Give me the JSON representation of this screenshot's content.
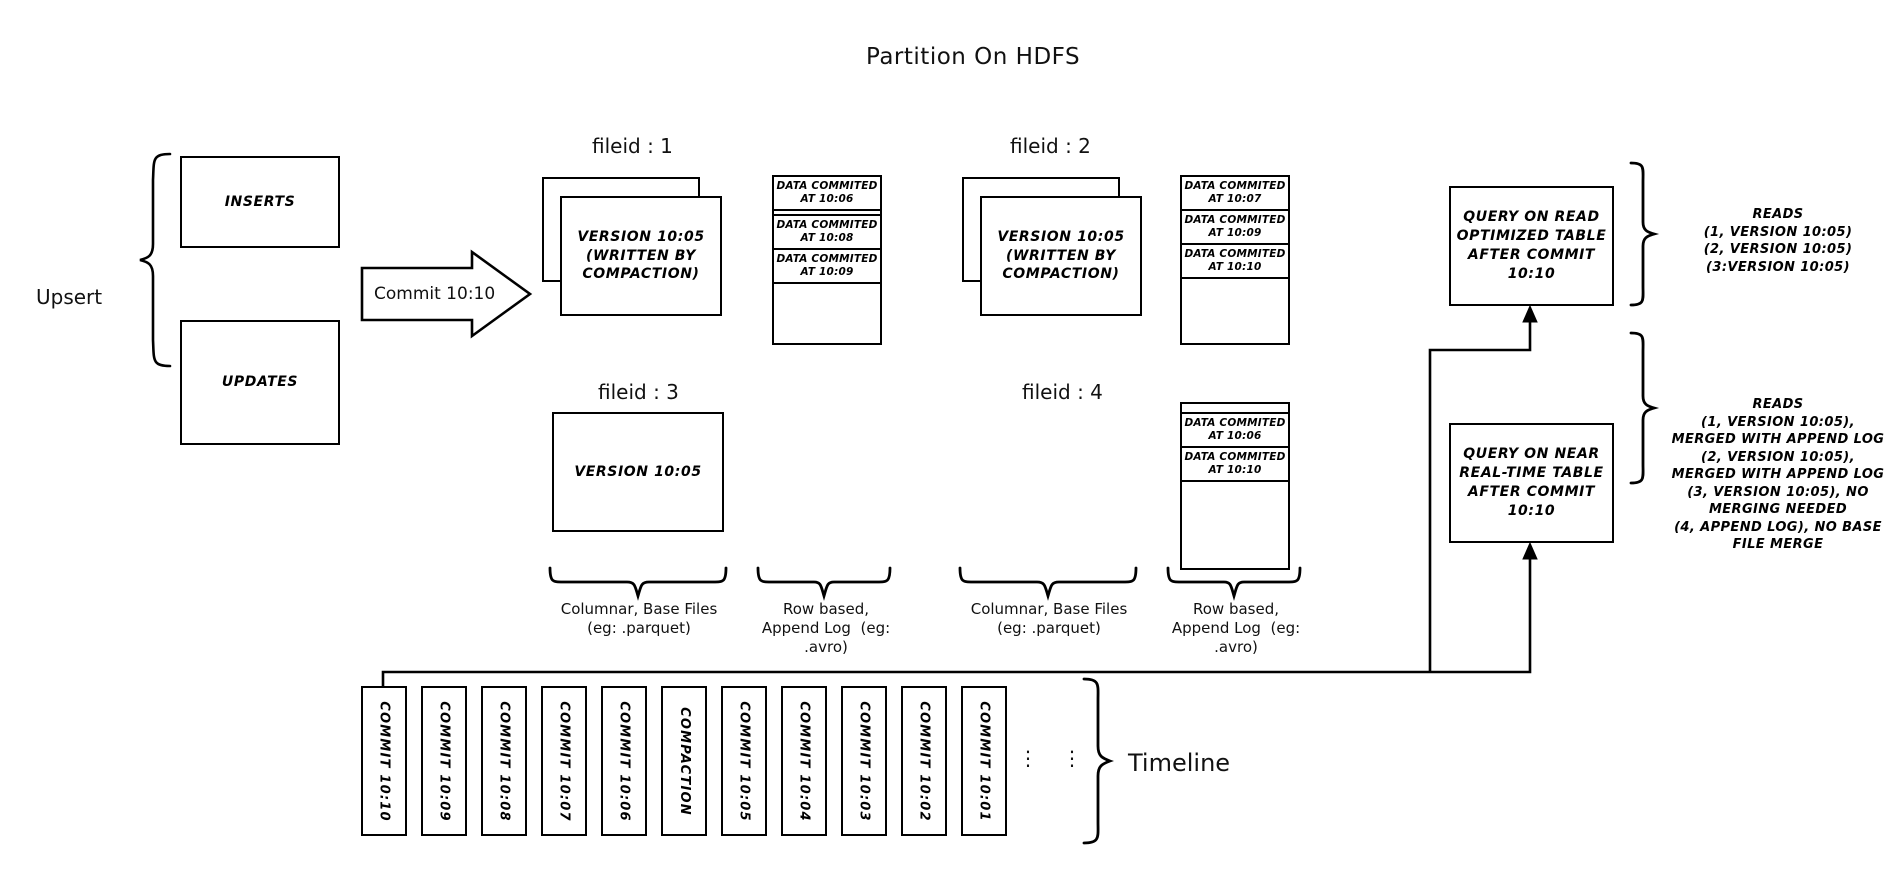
{
  "title": "Partition On HDFS",
  "upsert": {
    "label": "Upsert",
    "inserts": "INSERTS",
    "updates": "UPDATES"
  },
  "commit_arrow": {
    "label": "Commit 10:10"
  },
  "filegroups": [
    {
      "id": "fg1",
      "heading": "fileid : 1",
      "base": {
        "stacked": true,
        "text": "VERSION 10:05\n(WRITTEN BY\nCOMPACTION)"
      },
      "log": [
        "DATA COMMITED\nAT 10:06",
        "DATA COMMITED\nAT 10:08",
        "DATA COMMITED\nAT 10:09"
      ]
    },
    {
      "id": "fg2",
      "heading": "fileid : 2",
      "base": {
        "stacked": true,
        "text": "VERSION 10:05\n(WRITTEN BY\nCOMPACTION)"
      },
      "log": [
        "DATA COMMITED\nAT 10:07",
        "DATA COMMITED\nAT 10:09",
        "DATA COMMITED\nAT 10:10"
      ]
    },
    {
      "id": "fg3",
      "heading": "fileid : 3",
      "base": {
        "stacked": false,
        "text": "VERSION 10:05"
      },
      "log": []
    },
    {
      "id": "fg4",
      "heading": "fileid : 4",
      "base": null,
      "log": [
        "DATA COMMITED\nAT 10:06",
        "DATA COMMITED\nAT 10:10"
      ]
    }
  ],
  "captions": {
    "columnar_1": "Columnar, Base Files\n(eg: .parquet)",
    "rowlog_1": "Row based,\nAppend Log  (eg:\n.avro)",
    "columnar_2": "Columnar, Base Files\n(eg: .parquet)",
    "rowlog_2": "Row based,\nAppend Log  (eg:\n.avro)"
  },
  "queries": [
    {
      "id": "read-optimized",
      "box": "QUERY ON READ\nOPTIMIZED TABLE\nAFTER COMMIT\n10:10",
      "reads": "READS\n(1, VERSION 10:05)\n(2, VERSION 10:05)\n(3:VERSION 10:05)"
    },
    {
      "id": "near-real-time",
      "box": "QUERY ON NEAR\nREAL-TIME TABLE\nAFTER COMMIT\n10:10",
      "reads": "READS\n(1, VERSION 10:05),\nMERGED WITH APPEND LOG\n(2, VERSION 10:05),\nMERGED WITH APPEND LOG\n(3, VERSION 10:05), NO\nMERGING NEEDED\n(4, APPEND LOG), NO BASE\nFILE MERGE"
    }
  ],
  "timeline": {
    "label": "Timeline",
    "items": [
      "COMMIT  10:10",
      "COMMIT  10:09",
      "COMMIT  10:08",
      "COMMIT  10:07",
      "COMMIT  10:06",
      "COMPACTION",
      "COMMIT  10:05",
      "COMMIT  10:04",
      "COMMIT  10:03",
      "COMMIT  10:02",
      "COMMIT  10:01"
    ],
    "ellipsis": [
      "⋮",
      "⋮"
    ]
  },
  "colors": {
    "stroke": "#000000",
    "background": "#ffffff",
    "text": "#111111"
  }
}
